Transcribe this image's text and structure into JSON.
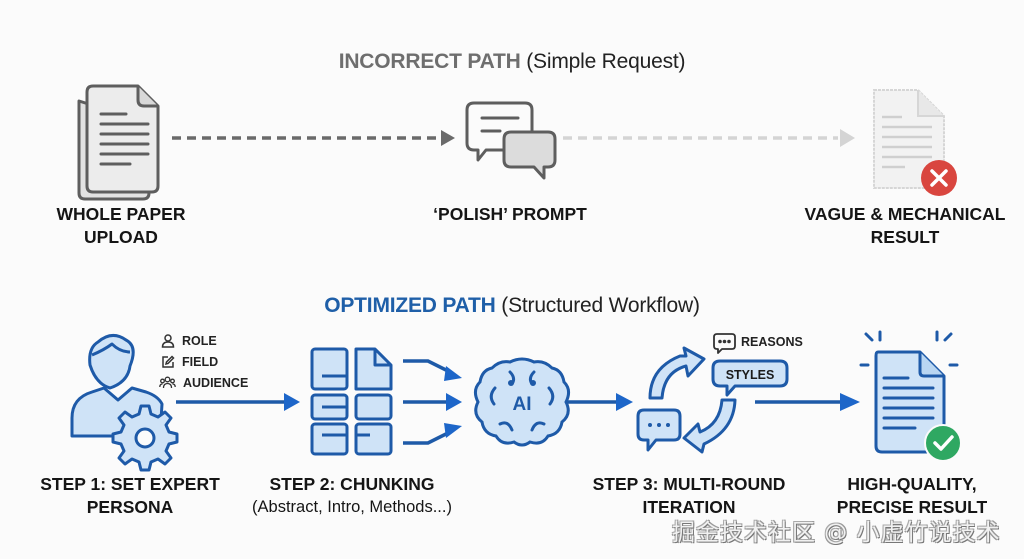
{
  "incorrect_path": {
    "title_strong": "INCORRECT PATH",
    "title_sub": "(Simple Request)",
    "steps": [
      {
        "label_line1": "WHOLE PAPER",
        "label_line2": "UPLOAD",
        "icon": "stacked-documents-icon"
      },
      {
        "label_line1": "‘POLISH’ PROMPT",
        "icon": "chat-bubbles-icon"
      },
      {
        "label_line1": "VAGUE & MECHANICAL",
        "label_line2": "RESULT",
        "icon": "faded-document-with-error-icon"
      }
    ]
  },
  "optimized_path": {
    "title_strong": "OPTIMIZED PATH",
    "title_sub": "(Structured Workflow)",
    "persona_attributes": [
      {
        "label": "ROLE",
        "icon": "person-icon"
      },
      {
        "label": "FIELD",
        "icon": "edit-icon"
      },
      {
        "label": "AUDIENCE",
        "icon": "group-icon"
      }
    ],
    "iteration_tags": {
      "reasons": "REASONS",
      "styles": "STYLES"
    },
    "ai_label": "AI",
    "steps": [
      {
        "label_line1": "STEP 1: SET EXPERT",
        "label_line2": "PERSONA",
        "icon": "user-gear-icon"
      },
      {
        "label_line1": "STEP 2: CHUNKING",
        "label_sub": "(Abstract, Intro, Methods...)",
        "icon": "chunked-document-icon"
      },
      {
        "label_line1": "STEP 3: MULTI-ROUND",
        "label_line2": "ITERATION",
        "icon": "iteration-cycle-icon"
      },
      {
        "label_line1": "HIGH-QUALITY,",
        "label_line2": "PRECISE RESULT",
        "icon": "document-with-check-icon"
      }
    ]
  },
  "watermark": "掘金技术社区 @ 小虚竹说技术",
  "colors": {
    "gray_title": "#6e6e6e",
    "blue_title": "#1f5fa8",
    "blue_stroke": "#1e5aa8",
    "blue_fill": "#cfe3f7",
    "arrow_blue": "#1d66c9",
    "error_red": "#d9463f",
    "success_green": "#2fa862",
    "gray_stroke": "#5e5e5e"
  }
}
